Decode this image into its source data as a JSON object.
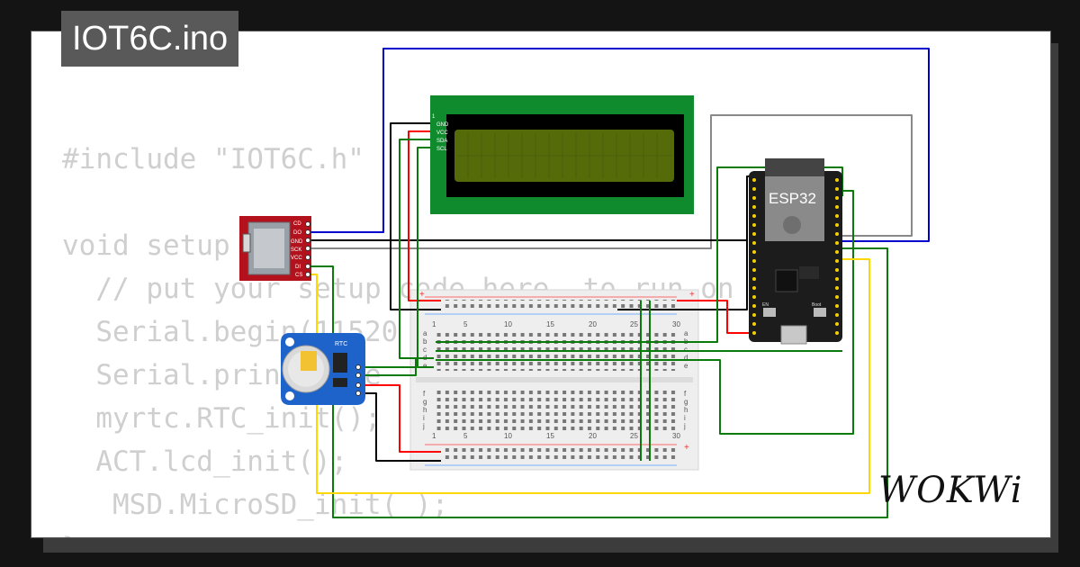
{
  "project": {
    "title": "IOT6C.ino"
  },
  "code_lines": [
    "#include \"IOT6C.h\"",
    "",
    "void setup",
    "  // put your setup code here, to run on",
    "  Serial.begin(11520",
    "  Serial.prin   \"He",
    "  myrtc.RTC_init();",
    "  ACT.lcd_init();",
    "   MSD.MicroSD_init( );",
    "}"
  ],
  "lcd": {
    "pins": [
      "GND",
      "VCC",
      "SDA",
      "SCL"
    ],
    "pin1": "1"
  },
  "sd_module": {
    "pins": [
      "CD",
      "DO",
      "GND",
      "SCK",
      "VCC",
      "DI",
      "CS"
    ]
  },
  "rtc": {
    "label": "RTC"
  },
  "esp32": {
    "label": "ESP32",
    "boot_label": "Boot",
    "en_label": "EN"
  },
  "breadboard": {
    "col_numbers": [
      "1",
      "5",
      "10",
      "15",
      "20",
      "25",
      "30"
    ],
    "rows_top": [
      "a",
      "b",
      "c",
      "d",
      "e"
    ],
    "rows_bottom": [
      "f",
      "g",
      "h",
      "i",
      "j"
    ]
  },
  "brand": {
    "logo_text": "WOKWi"
  },
  "colors": {
    "background": "#141414",
    "lcd_board": "#0f8a2c",
    "lcd_screen": "#556b0a",
    "sd_board": "#b3121c",
    "rtc_board": "#1e63c9",
    "esp_board": "#1c1c1c",
    "wire_blue": "#0000cc",
    "wire_black": "#000000",
    "wire_red": "#ff0000",
    "wire_green": "#0a7a0a",
    "wire_yellow": "#ffd700",
    "wire_gray": "#888888"
  }
}
